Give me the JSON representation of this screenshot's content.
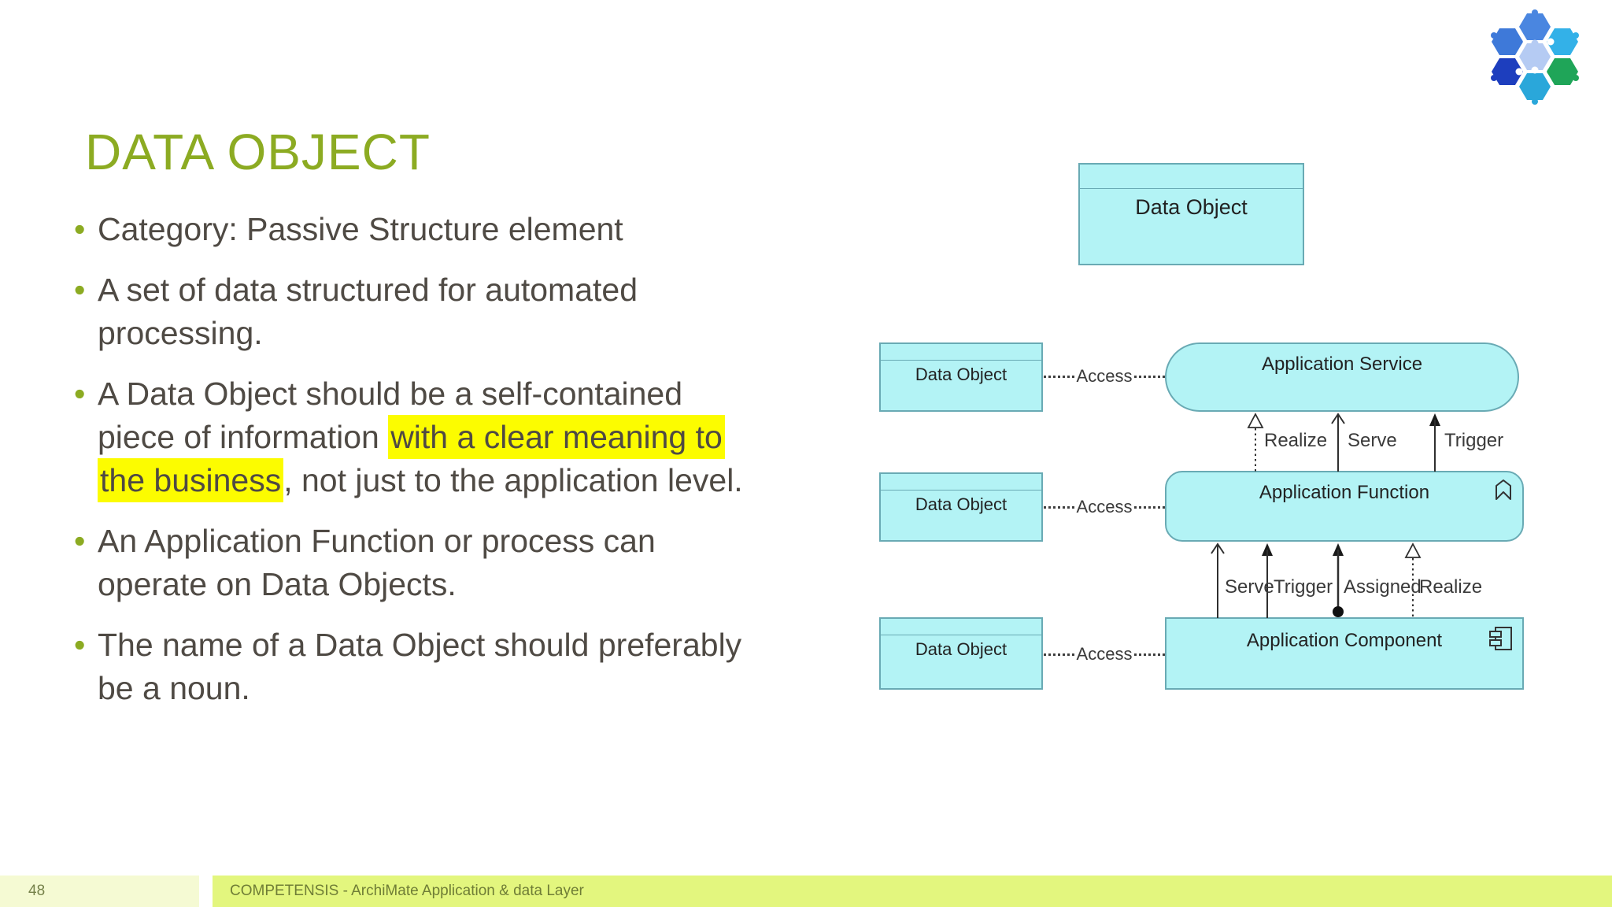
{
  "slide": {
    "title": "DATA OBJECT",
    "bullets": [
      {
        "lines": [
          [
            {
              "t": "Category: Passive Structure element"
            }
          ]
        ]
      },
      {
        "lines": [
          [
            {
              "t": "A set of data structured for automated"
            }
          ],
          [
            {
              "t": "processing."
            }
          ]
        ]
      },
      {
        "lines": [
          [
            {
              "t": "A Data Object should be a self-contained"
            }
          ],
          [
            {
              "t": "piece of information "
            },
            {
              "t": "with a clear meaning to",
              "hl": true
            }
          ],
          [
            {
              "t": "the business",
              "hl": true
            },
            {
              "t": ", not just to the application level."
            }
          ]
        ]
      },
      {
        "lines": [
          [
            {
              "t": "An Application Function or process can"
            }
          ],
          [
            {
              "t": "operate on Data Objects."
            }
          ]
        ]
      },
      {
        "lines": [
          [
            {
              "t": "The name of a Data Object should preferably"
            }
          ],
          [
            {
              "t": "be a noun."
            }
          ]
        ]
      }
    ],
    "highlight_color": "#fcfc00",
    "title_color": "#8cab22",
    "body_text_color": "#4f4a44"
  },
  "diagram": {
    "standalone": {
      "label": "Data Object"
    },
    "rows": [
      {
        "data_object": "Data Object",
        "access": "Access",
        "target": "Application Service"
      },
      {
        "data_object": "Data Object",
        "access": "Access",
        "target": "Application Function"
      },
      {
        "data_object": "Data Object",
        "access": "Access",
        "target": "Application Component"
      }
    ],
    "upper_relations": [
      {
        "label": "Realize",
        "type": "realization dashed hollow-triangle"
      },
      {
        "label": "Serve",
        "type": "serving solid open-arrow"
      },
      {
        "label": "Trigger",
        "type": "triggering solid filled-arrow"
      }
    ],
    "lower_relations": [
      {
        "label": "Serve",
        "type": "serving solid open-arrow"
      },
      {
        "label": "Trigger",
        "type": "triggering solid filled-arrow"
      },
      {
        "label": "Assigned",
        "type": "assignment solid ball-and-arrow"
      },
      {
        "label": "Realize",
        "type": "realization dashed hollow-triangle"
      }
    ],
    "element_fill": "#b3f3f5",
    "element_border": "#69aab4"
  },
  "footer": {
    "page_number": "48",
    "caption": "COMPETENSIS - ArchiMate Application & data Layer",
    "bar_color": "#e3f67e",
    "page_block_color": "#f5fad3"
  },
  "logo": {
    "name": "hexagon puzzle logo",
    "colors": {
      "top": "#4a86e0",
      "top_left": "#3e79d9",
      "top_right": "#33b1e8",
      "center": "#b5cbf3",
      "bottom_left": "#1d3ebe",
      "bottom": "#2aa7da",
      "bottom_right": "#1fa558"
    }
  }
}
